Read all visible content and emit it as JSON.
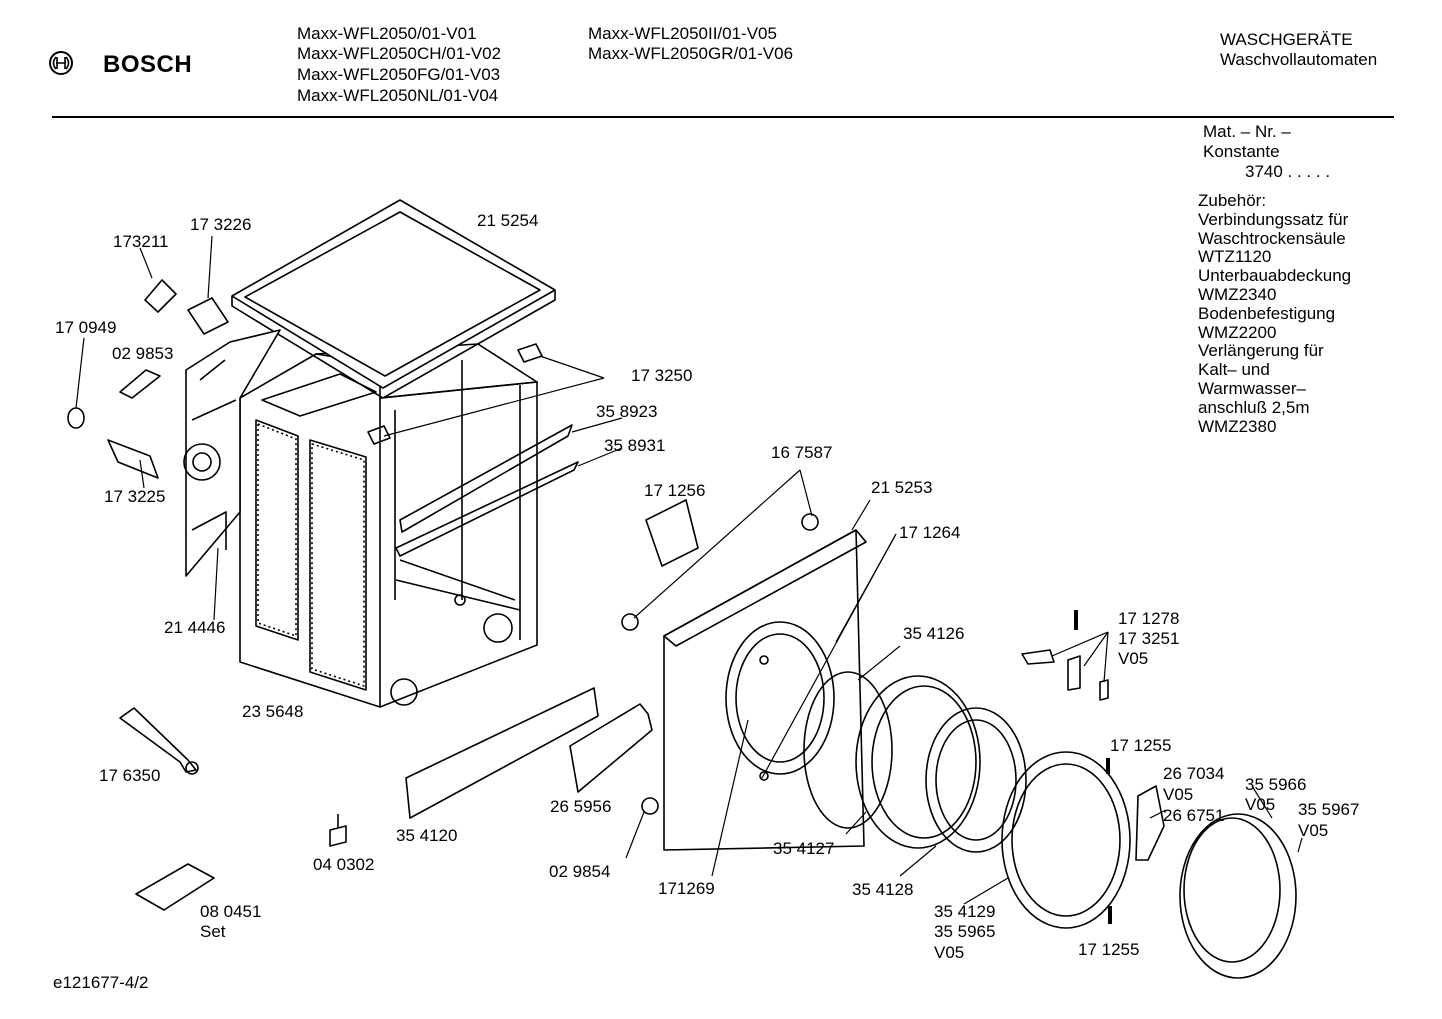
{
  "header": {
    "brand": "BOSCH",
    "models_col1": [
      "Maxx-WFL2050/01-V01",
      "Maxx-WFL2050CH/01-V02",
      "Maxx-WFL2050FG/01-V03",
      "Maxx-WFL2050NL/01-V04"
    ],
    "models_col2": [
      "Maxx-WFL2050II/01-V05",
      "Maxx-WFL2050GR/01-V06"
    ],
    "category_line1": "WASCHGERÄTE",
    "category_line2": "Waschvollautomaten"
  },
  "mat_nr": {
    "label_line1": "Mat. – Nr. –",
    "label_line2": "Konstante",
    "value": "3740 . .  . . ."
  },
  "accessories": {
    "lines": [
      "Zubehör:",
      "Verbindungssatz für",
      "Waschtrockensäule",
      "WTZ1120",
      "Unterbauabdeckung",
      "WMZ2340",
      "Bodenbefestigung",
      "WMZ2200",
      "Verlängerung für",
      "Kalt– und",
      "Warmwasser–",
      "anschluß 2,5m",
      "WMZ2380"
    ]
  },
  "parts": {
    "p173211": "173211",
    "p173226": "17 3226",
    "p215254": "21 5254",
    "p170949": "17 0949",
    "p029853": "02 9853",
    "p173250": "17 3250",
    "p358923": "35 8923",
    "p358931": "35 8931",
    "p173225": "17 3225",
    "p167587": "16 7587",
    "p171256": "17 1256",
    "p215253": "21 5253",
    "p171264": "17 1264",
    "p214446": "21 4446",
    "p354126": "35 4126",
    "p171278": "17 1278",
    "p173251": "17 3251",
    "p_v05_a": "V05",
    "p235648": "23 5648",
    "p171255a": "17 1255",
    "p267034": "26 7034",
    "p_v05_b": "V05",
    "p266751": "26 6751",
    "p355966": "35 5966",
    "p_v05_c": "V05",
    "p355967": "35 5967",
    "p_v05_d": "V05",
    "p176350": "17 6350",
    "p265956": "26 5956",
    "p354120": "35 4120",
    "p354127": "35 4127",
    "p040302": "04 0302",
    "p029854": "02 9854",
    "p171269": "171269",
    "p354128": "35 4128",
    "p080451": "08 0451",
    "p_set": "Set",
    "p354129": "35 4129",
    "p355965": "35 5965",
    "p_v05_e": "V05",
    "p171255b": "17 1255"
  },
  "footer": {
    "doc_id": "e121677-4/2"
  }
}
